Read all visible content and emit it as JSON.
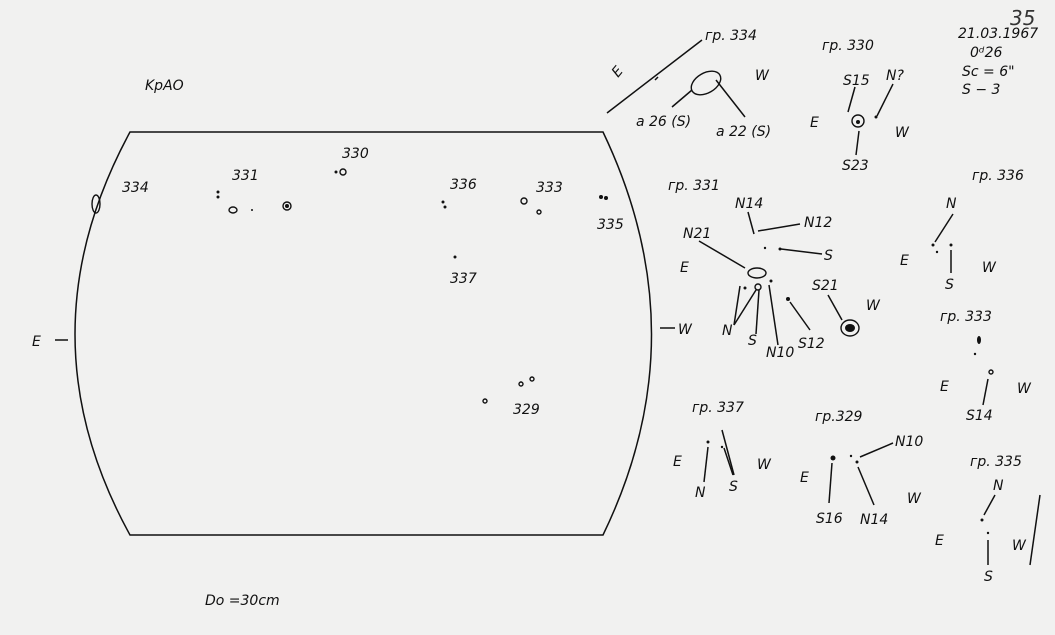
{
  "header": {
    "observatory": "KpAO",
    "date": "21.03.1967",
    "time": "0ᵈ26",
    "scale": "Sc = 6\"",
    "seeing": "S − 3",
    "page_number": "35"
  },
  "footer": {
    "aperture": "Do =30cm"
  },
  "disk": {
    "east": "E",
    "west": "W",
    "groups": [
      "334",
      "331",
      "330",
      "336",
      "333",
      "335",
      "337",
      "329"
    ]
  },
  "details": {
    "g334": {
      "title": "гр. 334",
      "labels": [
        "E",
        "W",
        "a 26 (S)",
        "a 22 (S)"
      ]
    },
    "g330": {
      "title": "гр. 330",
      "labels": [
        "E",
        "W",
        "S15",
        "N?",
        "S23"
      ]
    },
    "g331": {
      "title": "гр. 331",
      "labels": [
        "E",
        "W",
        "N14",
        "N12",
        "N21",
        "S",
        "N",
        "S",
        "N10",
        "S12",
        "S21"
      ]
    },
    "g336": {
      "title": "гр. 336",
      "labels": [
        "E",
        "W",
        "N",
        "S"
      ]
    },
    "g333": {
      "title": "гр. 333",
      "labels": [
        "E",
        "W",
        "S14"
      ]
    },
    "g337": {
      "title": "гр. 337",
      "labels": [
        "E",
        "W",
        "N",
        "S"
      ]
    },
    "g329": {
      "title": "гр.329",
      "labels": [
        "E",
        "W",
        "N10",
        "S16",
        "N14"
      ]
    },
    "g335": {
      "title": "гр. 335",
      "labels": [
        "E",
        "W",
        "N",
        "S"
      ]
    }
  }
}
